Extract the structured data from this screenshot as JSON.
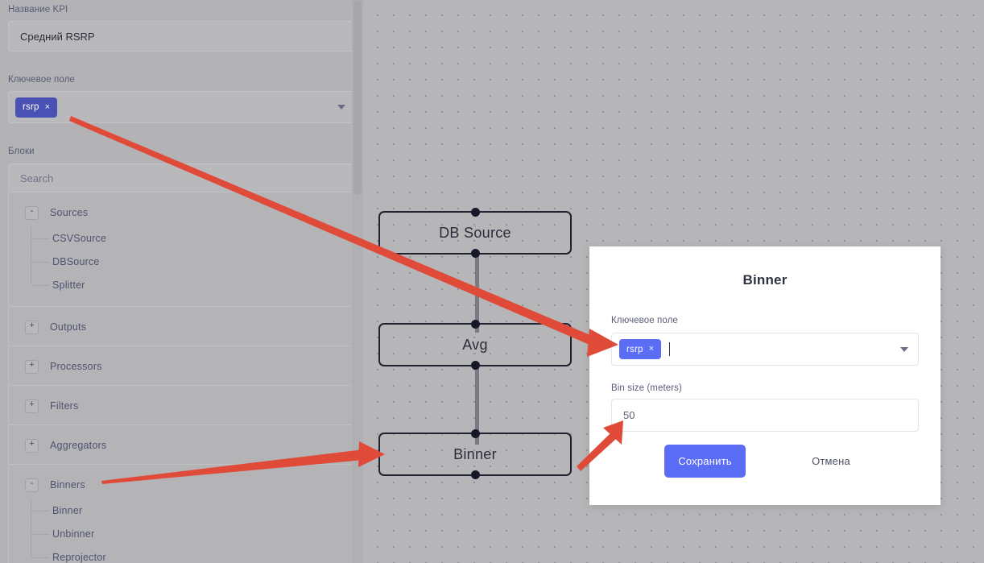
{
  "panel": {
    "kpi_name_label": "Название KPI",
    "kpi_name_value": "Средний RSRP",
    "key_field_label": "Ключевое поле",
    "key_field_chip": "rsrp",
    "chip_remove": "×",
    "blocks_label": "Блоки",
    "search_placeholder": "Search",
    "tree": [
      {
        "title": "Sources",
        "toggle": "-",
        "expanded": true,
        "children": [
          "CSVSource",
          "DBSource",
          "Splitter"
        ]
      },
      {
        "title": "Outputs",
        "toggle": "+",
        "expanded": false,
        "children": []
      },
      {
        "title": "Processors",
        "toggle": "+",
        "expanded": false,
        "children": []
      },
      {
        "title": "Filters",
        "toggle": "+",
        "expanded": false,
        "children": []
      },
      {
        "title": "Aggregators",
        "toggle": "+",
        "expanded": false,
        "children": []
      },
      {
        "title": "Binners",
        "toggle": "-",
        "expanded": true,
        "children": [
          "Binner",
          "Unbinner",
          "Reprojector"
        ]
      }
    ]
  },
  "canvas": {
    "nodes": [
      {
        "label": "DB Source"
      },
      {
        "label": "Avg"
      },
      {
        "label": "Binner"
      }
    ]
  },
  "modal": {
    "title": "Binner",
    "key_field_label": "Ключевое поле",
    "key_field_chip": "rsrp",
    "chip_remove": "×",
    "bin_size_label": "Bin size (meters)",
    "bin_size_value": "50",
    "save_label": "Сохранить",
    "cancel_label": "Отмена"
  },
  "colors": {
    "accent_blue": "#5b6cf5",
    "chip_dim_blue": "#4952b4",
    "annotation_red": "#e04a38",
    "canvas_bg": "#b6b6b9",
    "panel_bg": "#b3b3b6",
    "node_border": "#20222f"
  }
}
